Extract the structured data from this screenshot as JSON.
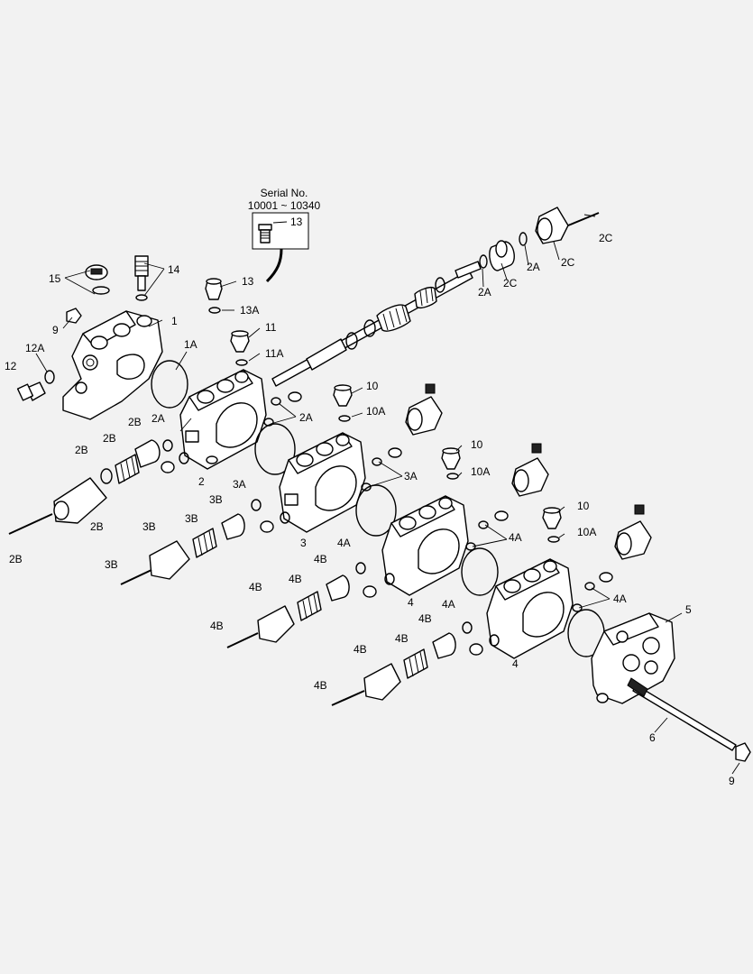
{
  "serial_box": {
    "title": "Serial No.",
    "range": "10001 ~ 10340",
    "part": "13"
  },
  "callouts": {
    "c15": "15",
    "c14": "14",
    "c1": "1",
    "c9a": "9",
    "c12A": "12A",
    "c12": "12",
    "c1A": "1A",
    "c13": "13",
    "c13A": "13A",
    "c11": "11",
    "c11A": "11A",
    "c2C_a": "2C",
    "c2C_b": "2C",
    "c2C_c": "2C",
    "c2A_a": "2A",
    "c2A_b": "2A",
    "c2A_c": "2A",
    "c2A_d": "2A",
    "c2": "2",
    "c2B_a": "2B",
    "c2B_b": "2B",
    "c2B_c": "2B",
    "c2B_d": "2B",
    "c2B_e": "2B",
    "c10_a": "10",
    "c10A_a": "10A",
    "c10_b": "10",
    "c10A_b": "10A",
    "c10_c": "10",
    "c10A_c": "10A",
    "c3A_a": "3A",
    "c3A_b": "3A",
    "c3": "3",
    "c3B_a": "3B",
    "c3B_b": "3B",
    "c3B_c": "3B",
    "c3B_d": "3B",
    "c4A_a": "4A",
    "c4A_b": "4A",
    "c4A_c": "4A",
    "c4A_d": "4A",
    "c4_a": "4",
    "c4_b": "4",
    "c4B_a": "4B",
    "c4B_b": "4B",
    "c4B_c": "4B",
    "c4B_d": "4B",
    "c4B_e": "4B",
    "c4B_f": "4B",
    "c4B_g": "4B",
    "c4B_h": "4B",
    "c5": "5",
    "c6": "6",
    "c9b": "9"
  }
}
